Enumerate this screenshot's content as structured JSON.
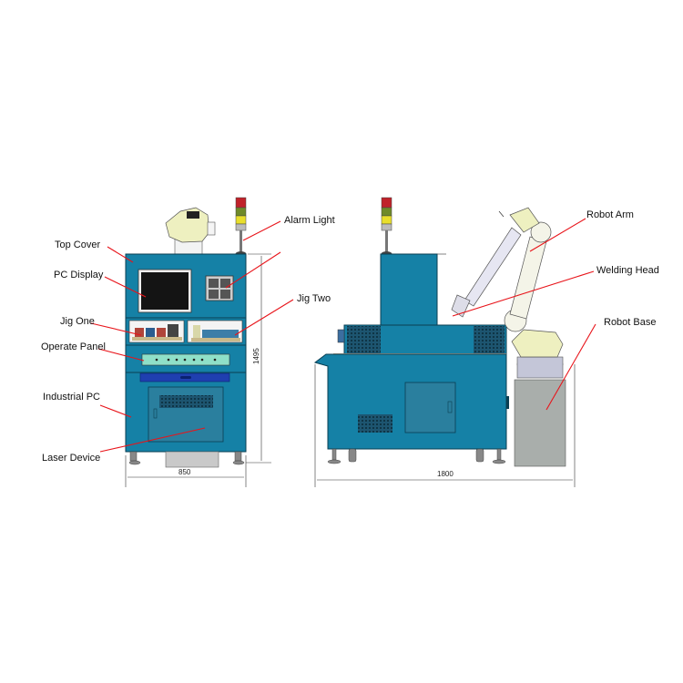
{
  "diagram": {
    "type": "machine-layout",
    "views": [
      "front-view",
      "side-view"
    ],
    "colors": {
      "cabinet": "#1581a6",
      "cabinet_dark": "#0f6e8f",
      "leader": "#e8141a",
      "screen": "#141414",
      "panel": "#8fe0c8",
      "robot": "#eef0c0",
      "robot_base": "#a9aeab"
    },
    "labels": {
      "top_cover": "Top Cover",
      "pc_display": "PC Display",
      "jig_one": "Jig One",
      "operate_panel": "Operate Panel",
      "industrial_pc": "Industrial PC",
      "laser_device": "Laser Device",
      "alarm_light": "Alarm Light",
      "jig_two": "Jig Two",
      "robot_arm": "Robot Arm",
      "welding_head": "Welding Head",
      "robot_base": "Robot Base"
    },
    "dimensions": {
      "front_width": "850",
      "front_height": "1495",
      "side_width": "1800"
    }
  }
}
